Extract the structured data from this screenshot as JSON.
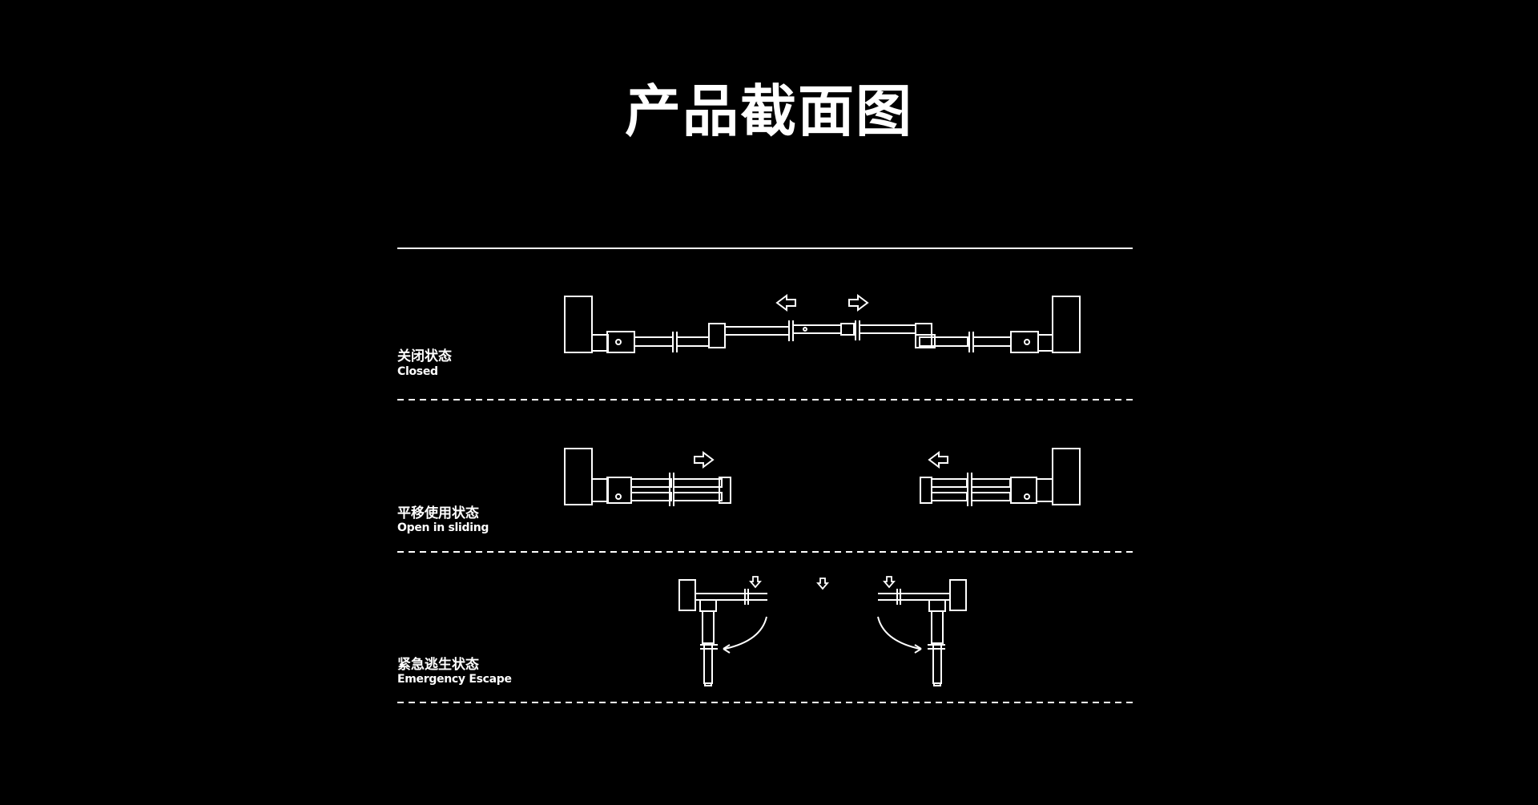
{
  "title": "产品截面图",
  "colors": {
    "background": "#000000",
    "foreground": "#ffffff"
  },
  "states": [
    {
      "cn": "关闭状态",
      "en": "Closed"
    },
    {
      "cn": "平移使用状态",
      "en": "Open in sliding"
    },
    {
      "cn": "紧急逃生状态",
      "en": "Emergency Escape"
    }
  ]
}
